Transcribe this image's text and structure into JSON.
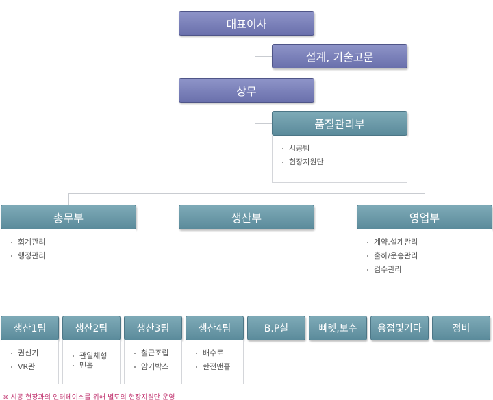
{
  "nodes": {
    "ceo": "대표이사",
    "advisor": "설계, 기술고문",
    "managing_director": "상무",
    "quality": "품질관리부",
    "general_affairs": "총무부",
    "production": "생산부",
    "sales": "영업부",
    "team1": "생산1팀",
    "team2": "생산2팀",
    "team3": "생산3팀",
    "team4": "생산4팀",
    "bp": "B.P실",
    "repair": "빠렛,보수",
    "welding": "응접및기타",
    "maintenance": "정비"
  },
  "details": {
    "quality": [
      "시공팀",
      "현장지원단"
    ],
    "general_affairs": [
      "회계관리",
      "행정관리"
    ],
    "sales": [
      "계약,설계관리",
      "출하/운송관리",
      "검수관리"
    ],
    "team1": [
      "권선기",
      "VR관"
    ],
    "team2": [
      "관일체형",
      "맨홀"
    ],
    "team3": [
      "철근조립",
      "암거박스"
    ],
    "team4": [
      "배수로",
      "한전맨홀"
    ]
  },
  "note": "※ 시공 현장과의 인터페이스를 위해 별도의 현장지원단 운영",
  "colors": {
    "exec_box": "#7a80bb",
    "dept_box": "#6c9aaa",
    "connector": "#c9ccd1",
    "note_text": "#c0326e"
  }
}
